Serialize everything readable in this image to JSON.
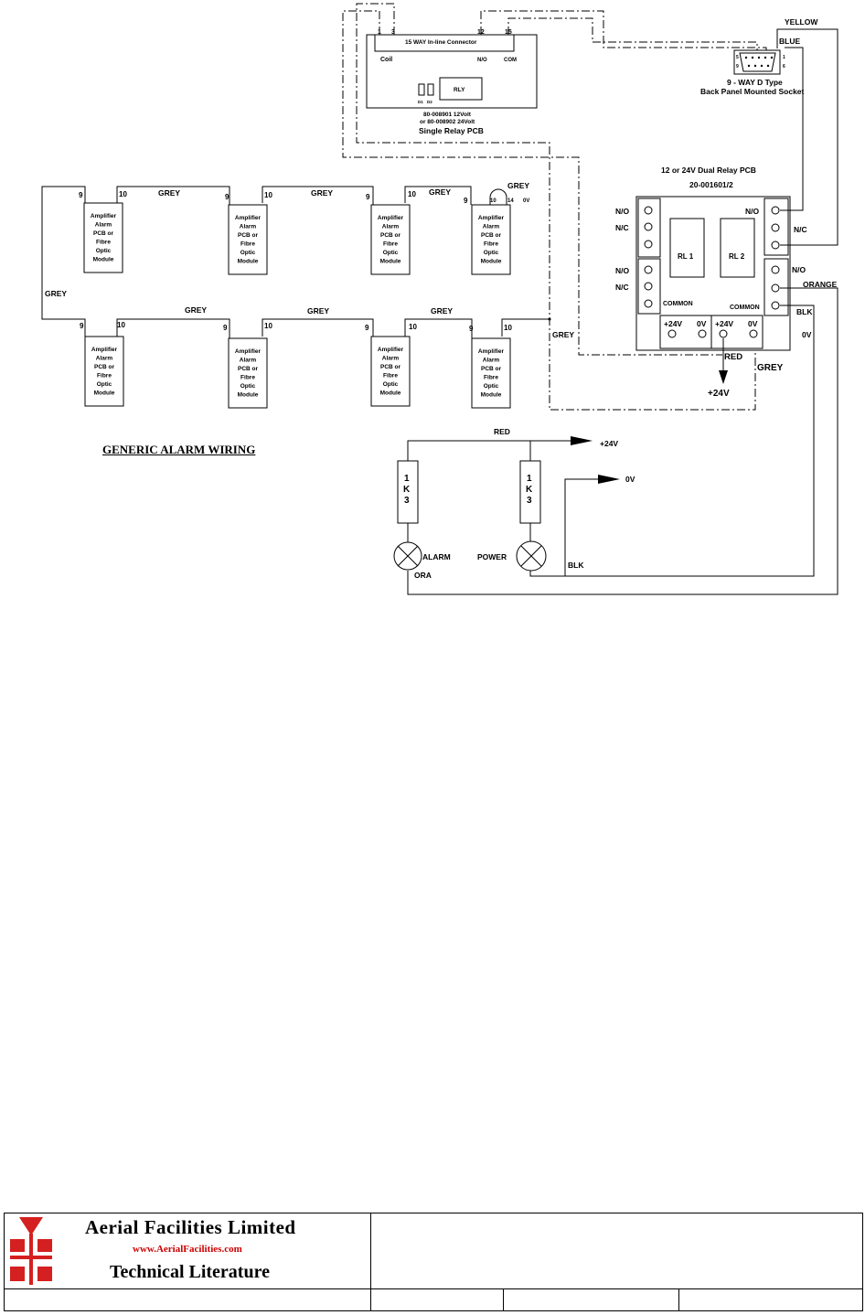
{
  "single_relay": {
    "pins": [
      "1",
      "3",
      "12",
      "15"
    ],
    "connector_title": "15 WAY In-line Connector",
    "coil": "Coil",
    "no": "N/O",
    "com": "COM",
    "rly": "RLY",
    "d1": "D1",
    "d2": "D2",
    "part_12v": "80-008901 12Volt",
    "part_24v": "or 80-008902 24Volt",
    "title": "Single Relay PCB"
  },
  "dtype": {
    "pin5": "5",
    "pin9": "9",
    "pin1": "1",
    "pin6": "6",
    "title": "9 - WAY D Type",
    "subtitle": "Back Panel Mounted Socket"
  },
  "wire_labels": {
    "yellow": "YELLOW",
    "blue": "BLUE",
    "orange": "ORANGE",
    "blk": "BLK",
    "zero_v": "0V",
    "grey": "GREY",
    "red": "RED",
    "plus24": "+24V"
  },
  "dual_relay": {
    "title": "12 or 24V Dual Relay PCB",
    "part": "20-001601/2",
    "no": "N/O",
    "nc": "N/C",
    "common": "COMMON",
    "rl1": "RL 1",
    "rl2": "RL 2",
    "plus24": "+24V",
    "zero_v": "0V"
  },
  "module_lines": [
    "Amplifier",
    "Alarm",
    "PCB or",
    "Fibre",
    "Optic",
    "Module"
  ],
  "module_pins": {
    "pin9": "9",
    "pin10": "10",
    "pin14": "14"
  },
  "lamp_circuit": {
    "resistor_lines": [
      "1",
      "K",
      "3"
    ],
    "alarm": "ALARM",
    "power": "POWER",
    "ora": "ORA"
  },
  "caption": "GENERIC ALARM WIRING",
  "footer": {
    "company": "Aerial  Facilities  Limited",
    "website": "www.AerialFacilities.com",
    "doc_type": "Technical Literature"
  },
  "colors": {
    "logo_red": "#d42020",
    "website_red": "#cc0000"
  }
}
